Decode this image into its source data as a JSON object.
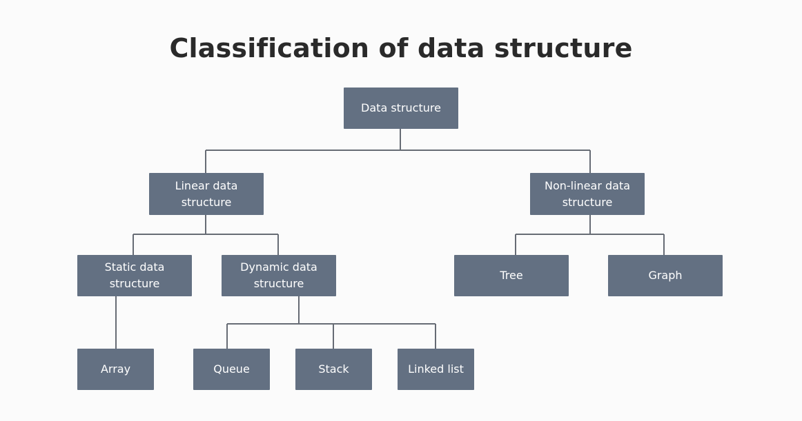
{
  "title": "Classification of data structure",
  "colors": {
    "node_fill": "#637082",
    "node_text": "#ffffff",
    "connector": "#666b74",
    "background": "#fbfbfb",
    "title_text": "#2a2a2a"
  },
  "nodes": {
    "root": "Data structure",
    "linear": "Linear data structure",
    "nonlinear": "Non-linear data structure",
    "static": "Static data structure",
    "dynamic": "Dynamic data structure",
    "tree": "Tree",
    "graph": "Graph",
    "array": "Array",
    "queue": "Queue",
    "stack": "Stack",
    "linked_list": "Linked list"
  }
}
